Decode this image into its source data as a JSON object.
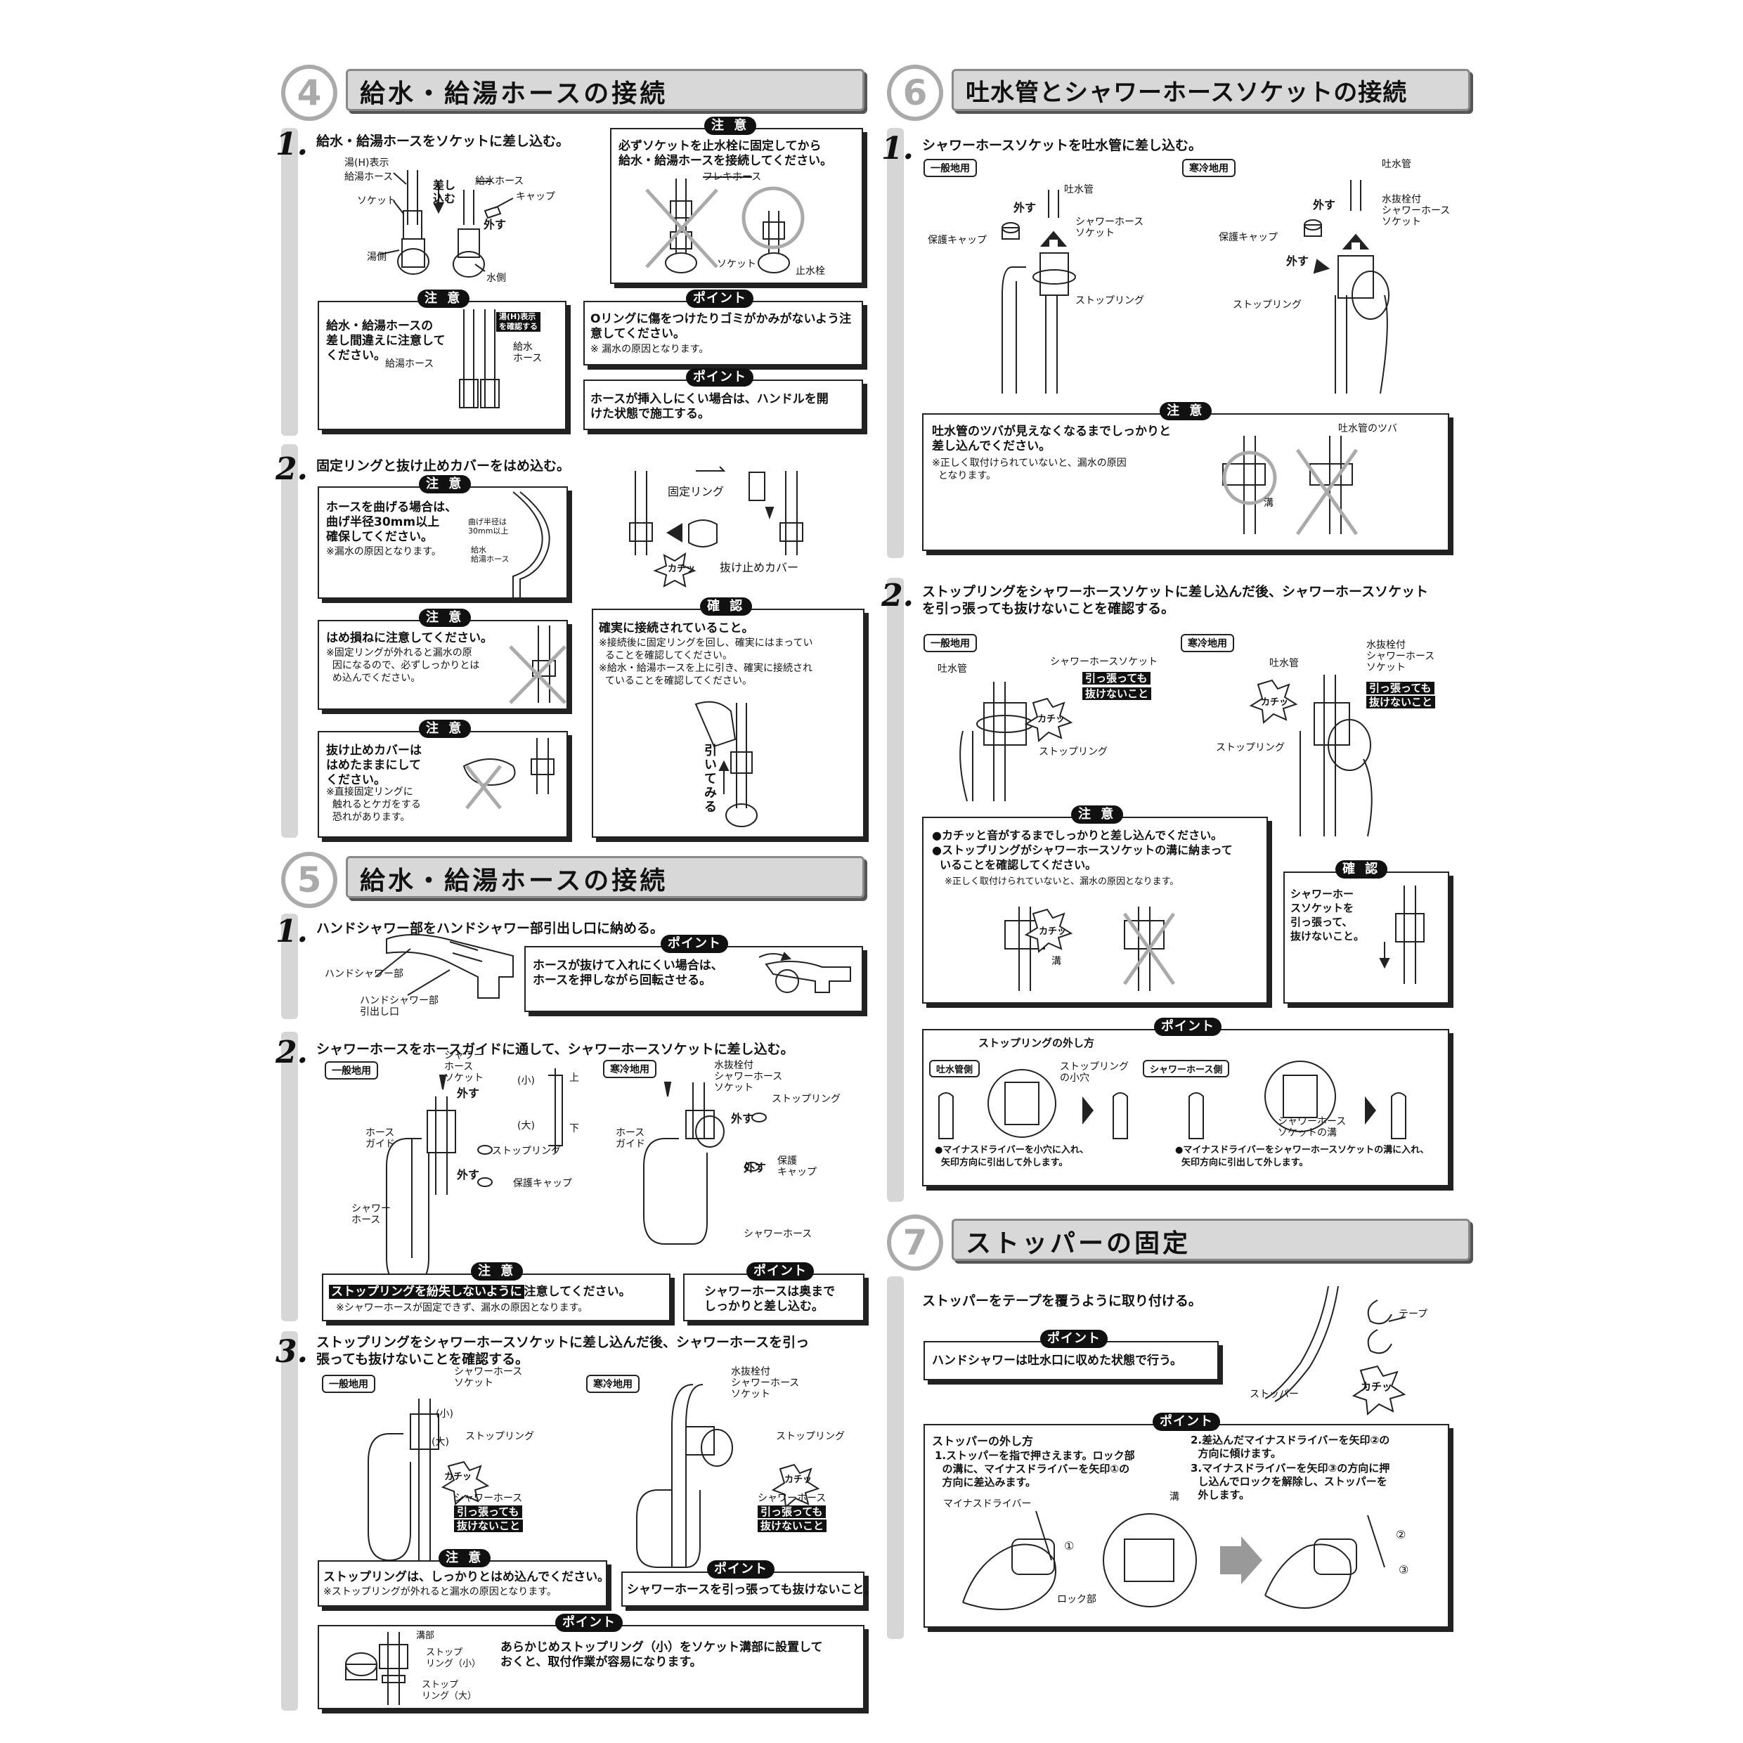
{
  "sections": {
    "s4": {
      "num": "4",
      "title": "給水・給湯ホースの接続"
    },
    "s5": {
      "num": "5",
      "title": "給水・給湯ホースの接続"
    },
    "s6": {
      "num": "6",
      "title": "吐水管とシャワーホースソケットの接続"
    },
    "s7": {
      "num": "7",
      "title": "ストッパーの固定"
    }
  },
  "tags": {
    "chui": "注 意",
    "point": "ポイント",
    "kakunin": "確 認"
  },
  "badges": {
    "general": "一般地用",
    "cold": "寒冷地用"
  },
  "s4": {
    "step1": {
      "num": "1.",
      "text": "給水・給湯ホースをソケットに差し込む。",
      "labels": {
        "yu_h": "湯(H)表示",
        "kyuto_hose": "給湯ホース",
        "socket": "ソケット",
        "yugawa": "湯側",
        "sashikomu": "差し\n込む",
        "kyusui_hose": "給水ホース",
        "cap": "キャップ",
        "hazusu": "外す",
        "mizugawa": "水側"
      },
      "caution1": {
        "text": "必ずソケットを止水栓に固定してから\n給水・給湯ホースを接続してください。",
        "flex": "フレキホース",
        "socket": "ソケット",
        "shisuisen": "止水栓"
      },
      "caution2": {
        "text": "給水・給湯ホースの\n差し間違えに注意して\nください。",
        "yu_h_check": "湯(H)表示\nを確認する",
        "kyuto_hose": "給湯ホース",
        "kyusui_hose": "給水\nホース"
      },
      "point1": {
        "text": "Oリングに傷をつけたりゴミがかみがないよう注\n意してください。",
        "note": "※ 漏水の原因となります。"
      },
      "point2": {
        "text": "ホースが挿入しにくい場合は、ハンドルを開\nけた状態で施工する。"
      }
    },
    "step2": {
      "num": "2.",
      "text": "固定リングと抜け止めカバーをはめ込む。",
      "caution1": {
        "text": "ホースを曲げる場合は、\n曲げ半径30mm以上\n確保してください。",
        "note": "※漏水の原因となります。",
        "radius": "曲げ半径は\n30mm以上",
        "hose": "給水\n給湯ホース"
      },
      "caution2": {
        "text": "はめ損ねに注意してください。",
        "note": "※固定リングが外れると漏水の原\n  因になるので、必ずしっかりとは\n  め込んでください。"
      },
      "caution3": {
        "text": "抜け止めカバーは\nはめたままにして\nください。",
        "note": "※直接固定リングに\n  触れるとケガをする\n  恐れがあります。"
      },
      "labels": {
        "kotei_ring": "固定リング",
        "kachi": "カチッ",
        "nukedome": "抜け止めカバー"
      },
      "confirm": {
        "text": "確実に接続されていること。",
        "note": "※接続後に固定リングを回し、確実にはまってい\n  ることを確認してください。\n※給水・給湯ホースを上に引き、確実に接続され\n  ていることを確認してください。",
        "hiite": "引いてみる"
      }
    }
  },
  "s5": {
    "step1": {
      "num": "1.",
      "text": "ハンドシャワー部をハンドシャワー部引出し口に納める。",
      "labels": {
        "hand": "ハンドシャワー部",
        "hikidashi": "ハンドシャワー部\n引出し口"
      },
      "point": "ホースが抜けて入れにくい場合は、\nホースを押しながら回転させる。"
    },
    "step2": {
      "num": "2.",
      "text": "シャワーホースをホースガイドに通して、シャワーホースソケットに差し込む。",
      "labels": {
        "shower_socket": "シャワー\nホース\nソケット",
        "hazusu": "外す",
        "hose_guide": "ホース\nガイド",
        "stop_ring": "ストップリング",
        "hogo_cap": "保護キャップ",
        "shower_hose": "シャワー\nホース",
        "small": "(小)",
        "large": "(大)",
        "ue": "上",
        "shita": "下",
        "mizunuki": "水抜栓付\nシャワーホース\nソケット",
        "stop_ring2": "ストップリング",
        "hogo_cap2": "保護\nキャップ",
        "shower_hose2": "シャワーホース"
      },
      "caution": {
        "hl": "ストップリングを紛失しないように",
        "text": "注意してください。",
        "note": "※シャワーホースが固定できず、漏水の原因となります。"
      },
      "point": "シャワーホースは奥まで\nしっかりと差し込む。"
    },
    "step3": {
      "num": "3.",
      "text": "ストップリングをシャワーホースソケットに差し込んだ後、シャワーホースを引っ\n張っても抜けないことを確認する。",
      "labels": {
        "shower_socket": "シャワーホース\nソケット",
        "small": "(小)",
        "large": "(大)",
        "stop_ring": "ストップリング",
        "kachi": "カチッ",
        "shower_hose": "シャワーホース",
        "hippatte": "引っ張っても",
        "nukenai": "抜けないこと",
        "mizunuki": "水抜栓付\nシャワーホース\nソケット"
      },
      "caution": {
        "text": "ストップリングは、しっかりとはめ込んでください。",
        "note": "※ストップリングが外れると漏水の原因となります。"
      },
      "point1": "シャワーホースを引っ張っても抜けないこと。",
      "point2": {
        "text": "あらかじめストップリング（小）をソケット溝部に設置して\nおくと、取付作業が容易になります。",
        "mizo": "溝部",
        "small": "ストップ\nリング（小）",
        "large": "ストップ\nリング（大）"
      }
    }
  },
  "s6": {
    "step1": {
      "num": "1.",
      "text": "シャワーホースソケットを吐水管に差し込む。",
      "labels": {
        "tosuikan": "吐水管",
        "hazusu": "外す",
        "hogo_cap": "保護キャップ",
        "shower_socket": "シャワーホース\nソケット",
        "stop_ring": "ストップリング",
        "mizunuki": "水抜栓付\nシャワーホース\nソケット"
      },
      "caution": {
        "text": "吐水管のツバが見えなくなるまでしっかりと\n差し込んでください。",
        "note": "※正しく取付けられていないと、漏水の原因\n  となります。",
        "tsuba": "吐水管のツバ",
        "mizo": "溝"
      }
    },
    "step2": {
      "num": "2.",
      "text": "ストップリングをシャワーホースソケットに差し込んだ後、シャワーホースソケット\nを引っ張っても抜けないことを確認する。",
      "labels": {
        "tosuikan": "吐水管",
        "shower_socket": "シャワーホースソケット",
        "hippatte": "引っ張っても",
        "nukenai": "抜けないこと",
        "kachi": "カチッ",
        "stop_ring": "ストップリング",
        "mizunuki": "水抜栓付\nシャワーホース\nソケット"
      },
      "caution": {
        "text": "●カチッと音がするまでしっかりと差し込んでください。\n●ストップリングがシャワーホースソケットの溝に納まって\n  いることを確認してください。",
        "note": "※正しく取付けられていないと、漏水の原因となります。",
        "mizo": "溝"
      },
      "confirm": "シャワーホー\nスソケットを\n引っ張って、\n抜けないこと。",
      "point": {
        "title": "ストップリングの外し方",
        "tosui_side": "吐水管側",
        "ana": "ストップリング\nの小穴",
        "shower_side": "シャワーホース側",
        "socket_mizo": "シャワーホース\nソケットの溝",
        "note1": "●マイナスドライバーを小穴に入れ、\n  矢印方向に引出して外します。",
        "note2": "●マイナスドライバーをシャワーホースソケットの溝に入れ、\n  矢印方向に引出して外します。"
      }
    }
  },
  "s7": {
    "text": "ストッパーをテープを覆うように取り付ける。",
    "point1": "ハンドシャワーは吐水口に収めた状態で行う。",
    "labels": {
      "tape": "テープ",
      "kachi": "カチッ",
      "stopper": "ストッパー"
    },
    "point2": {
      "title": "ストッパーの外し方",
      "s1": "1.ストッパーを指で押さえます。ロック部\n  の溝に、マイナスドライバーを矢印①の\n  方向に差込みます。",
      "s2": "2.差込んだマイナスドライバーを矢印②の\n  方向に傾けます。",
      "s3": "3.マイナスドライバーを矢印③の方向に押\n  し込んでロックを解除し、ストッパーを\n  外します。",
      "driver": "マイナスドライバー",
      "mizo": "溝",
      "lock": "ロック部",
      "m1": "①",
      "m2": "②",
      "m3": "③"
    }
  }
}
